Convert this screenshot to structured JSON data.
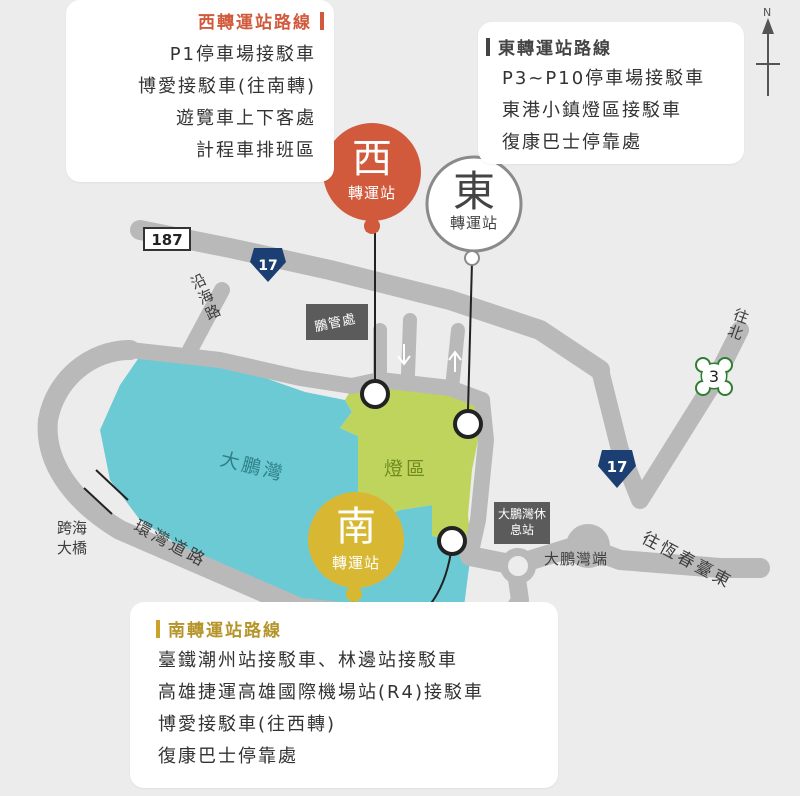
{
  "compass": "N",
  "panels": {
    "west": {
      "title": "西轉運站路線",
      "items": [
        "P1停車場接駁車",
        "博愛接駁車(往南轉)",
        "遊覽車上下客處",
        "計程車排班區"
      ]
    },
    "east": {
      "title": "東轉運站路線",
      "items": [
        "P3~P10停車場接駁車",
        "東港小鎮燈區接駁車",
        "復康巴士停靠處"
      ]
    },
    "south": {
      "title": "南轉運站路線",
      "items": [
        "臺鐵潮州站接駁車、林邊站接駁車",
        "高雄捷運高雄國際機場站(R4)接駁車",
        "博愛接駁車(往西轉)",
        "復康巴士停靠處"
      ]
    }
  },
  "stations": {
    "west": {
      "char": "西",
      "label": "轉運站",
      "color": "#d15a3c"
    },
    "east": {
      "char": "東",
      "label": "轉運站",
      "color": "#ffffff"
    },
    "south": {
      "char": "南",
      "label": "轉運站",
      "color": "#d8b833"
    }
  },
  "roads": {
    "r187": "187",
    "r17_north": "17",
    "r17_east": "17",
    "r3": "3"
  },
  "labels": {
    "yanhai_road": "沿海路",
    "wangbei": "往北",
    "pengguan": "鵬管處",
    "dapeng_bay": "大鵬灣",
    "lantern_area": "燈區",
    "rest_area": "大鵬灣休息站",
    "dapeng_bay_end": "大鵬灣端",
    "to_hengchun": "往恆春臺東",
    "cross_bridge": "跨海大橋",
    "huanwan_road": "環灣道路"
  },
  "colors": {
    "background": "#ececec",
    "road": "#b9b9b9",
    "water": "#6ccad5",
    "lantern": "#bfd45d",
    "west": "#d15a3c",
    "south": "#d8b833",
    "highway_shield": "#1b3f73",
    "dark_box": "#5b5b5b"
  }
}
